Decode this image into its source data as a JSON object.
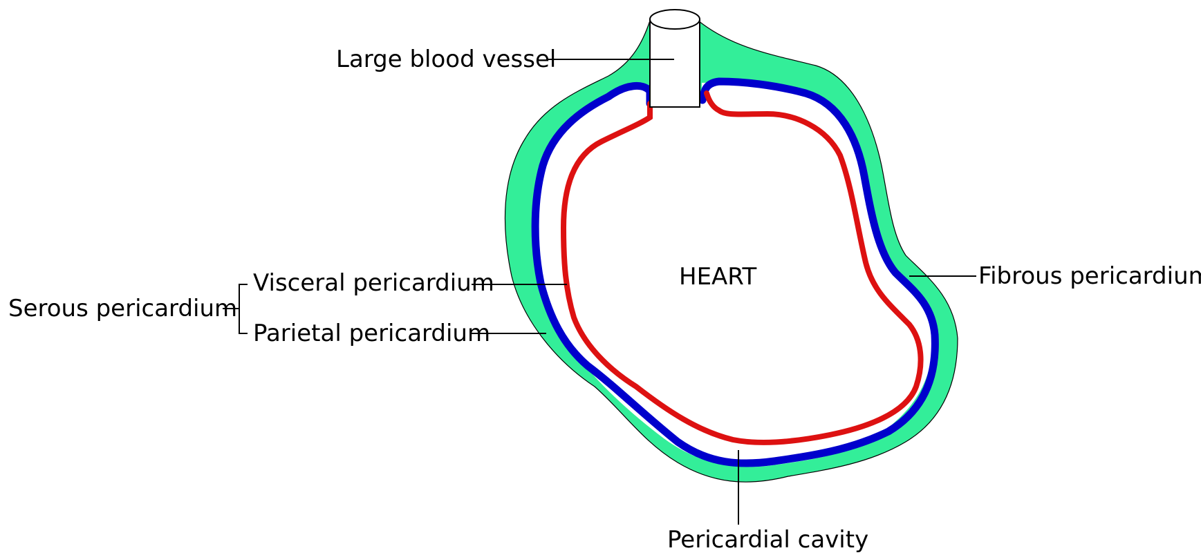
{
  "diagram": {
    "center_label": "HEART",
    "labels": {
      "large_blood_vessel": "Large blood vessel",
      "fibrous_pericardium": "Fibrous pericardium",
      "visceral_pericardium": "Visceral pericardium",
      "parietal_pericardium": "Parietal pericardium",
      "serous_pericardium": "Serous pericardium",
      "pericardial_cavity": "Pericardial cavity"
    },
    "colors": {
      "fibrous_layer": "#33ee99",
      "parietal_layer": "#0000cc",
      "visceral_layer": "#dd1111",
      "outline": "#000000",
      "background": "#ffffff"
    }
  }
}
